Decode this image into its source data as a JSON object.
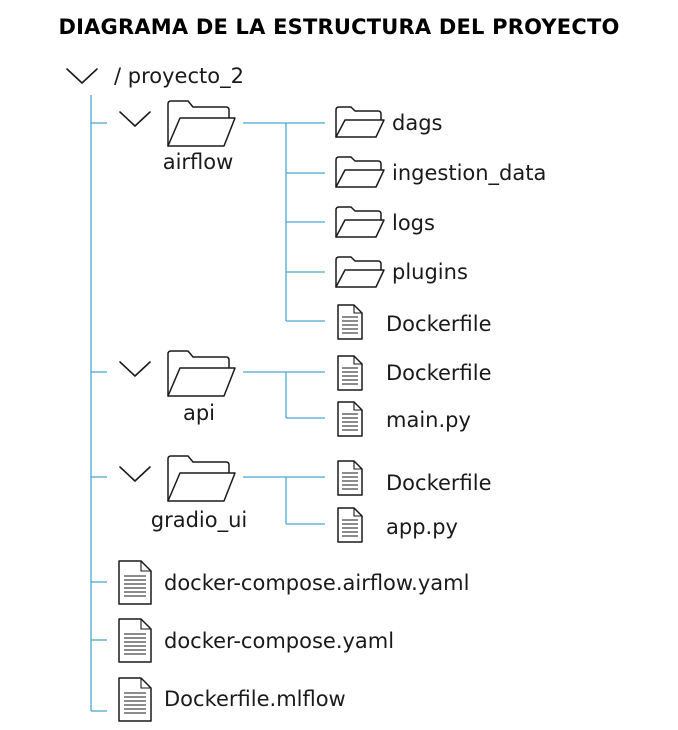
{
  "diagram": {
    "title": "DIAGRAMA DE LA ESTRUCTURA DEL PROYECTO",
    "root": {
      "label": "/ proyecto_2",
      "toggle_icon": "chevron-down-icon"
    },
    "folders": [
      {
        "label": "airflow",
        "icon": "folder-open-icon",
        "children": [
          {
            "label": "dags",
            "type": "folder",
            "icon": "folder-icon"
          },
          {
            "label": "ingestion_data",
            "type": "folder",
            "icon": "folder-icon"
          },
          {
            "label": "logs",
            "type": "folder",
            "icon": "folder-icon"
          },
          {
            "label": "plugins",
            "type": "folder",
            "icon": "folder-icon"
          },
          {
            "label": "Dockerfile",
            "type": "file",
            "icon": "file-icon"
          }
        ]
      },
      {
        "label": "api",
        "icon": "folder-open-icon",
        "children": [
          {
            "label": "Dockerfile",
            "type": "file",
            "icon": "file-icon"
          },
          {
            "label": "main.py",
            "type": "file",
            "icon": "file-icon"
          }
        ]
      },
      {
        "label": "gradio_ui",
        "icon": "folder-open-icon",
        "children": [
          {
            "label": "Dockerfile",
            "type": "file",
            "icon": "file-icon"
          },
          {
            "label": "app.py",
            "type": "file",
            "icon": "file-icon"
          }
        ]
      }
    ],
    "root_files": [
      {
        "label": "docker-compose.airflow.yaml",
        "icon": "file-icon"
      },
      {
        "label": "docker-compose.yaml",
        "icon": "file-icon"
      },
      {
        "label": "Dockerfile.mlflow",
        "icon": "file-icon"
      }
    ],
    "colors": {
      "connector": "#4aa8d0",
      "text": "#1a1a1a"
    }
  }
}
